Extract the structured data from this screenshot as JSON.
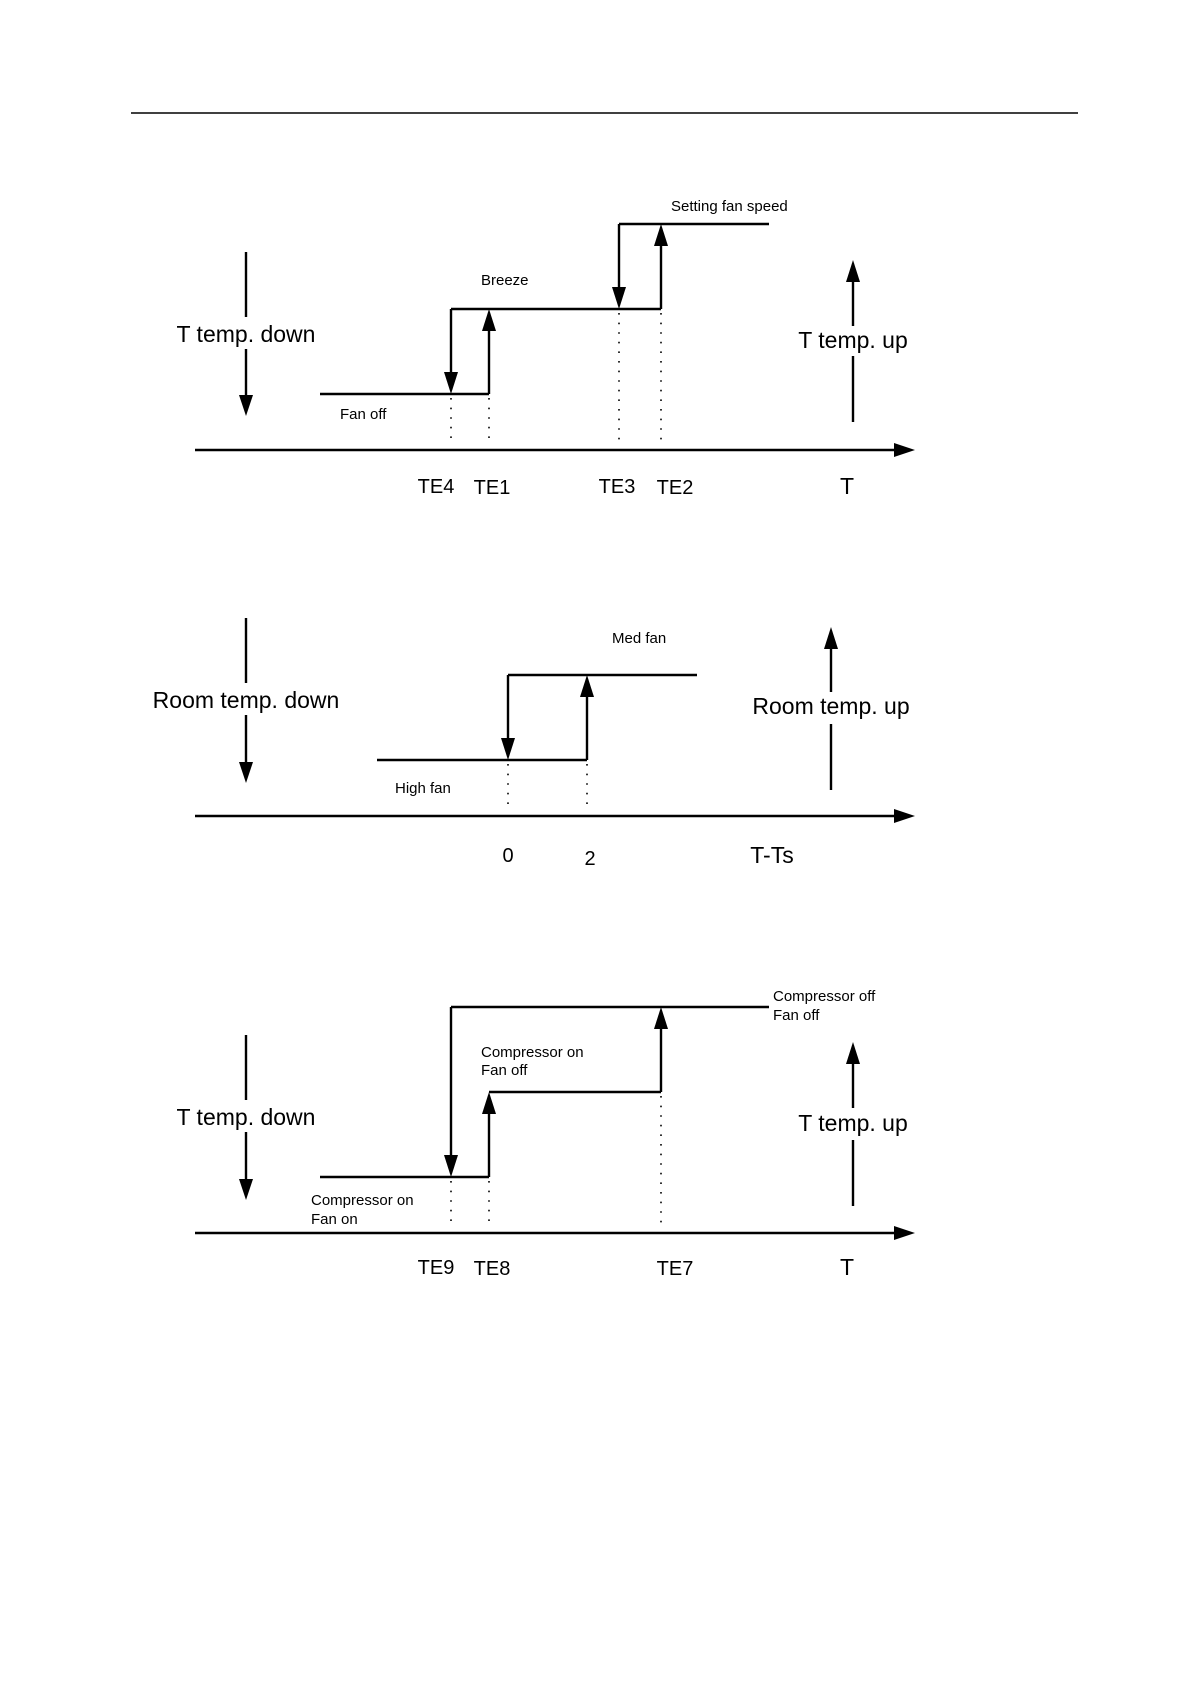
{
  "diagram1": {
    "left_label": "T temp. down",
    "right_label": "T temp. up",
    "axis_label": "T",
    "levels": {
      "top": "Setting fan speed",
      "middle": "Breeze",
      "bottom": "Fan off"
    },
    "ticks": [
      "TE4",
      "TE1",
      "TE3",
      "TE2"
    ]
  },
  "diagram2": {
    "left_label": "Room temp. down",
    "right_label": "Room temp. up",
    "axis_label": "T-Ts",
    "levels": {
      "top": "Med fan",
      "bottom": "High fan"
    },
    "ticks": [
      "0",
      "2"
    ]
  },
  "diagram3": {
    "left_label": "T temp. down",
    "right_label": "T temp. up",
    "axis_label": "T",
    "levels": {
      "top_line1": "Compressor off",
      "top_line2": "Fan off",
      "middle_line1": "Compressor on",
      "middle_line2": "Fan off",
      "bottom_line1": "Compressor on",
      "bottom_line2": "Fan on"
    },
    "ticks": [
      "TE9",
      "TE8",
      "TE7"
    ]
  }
}
